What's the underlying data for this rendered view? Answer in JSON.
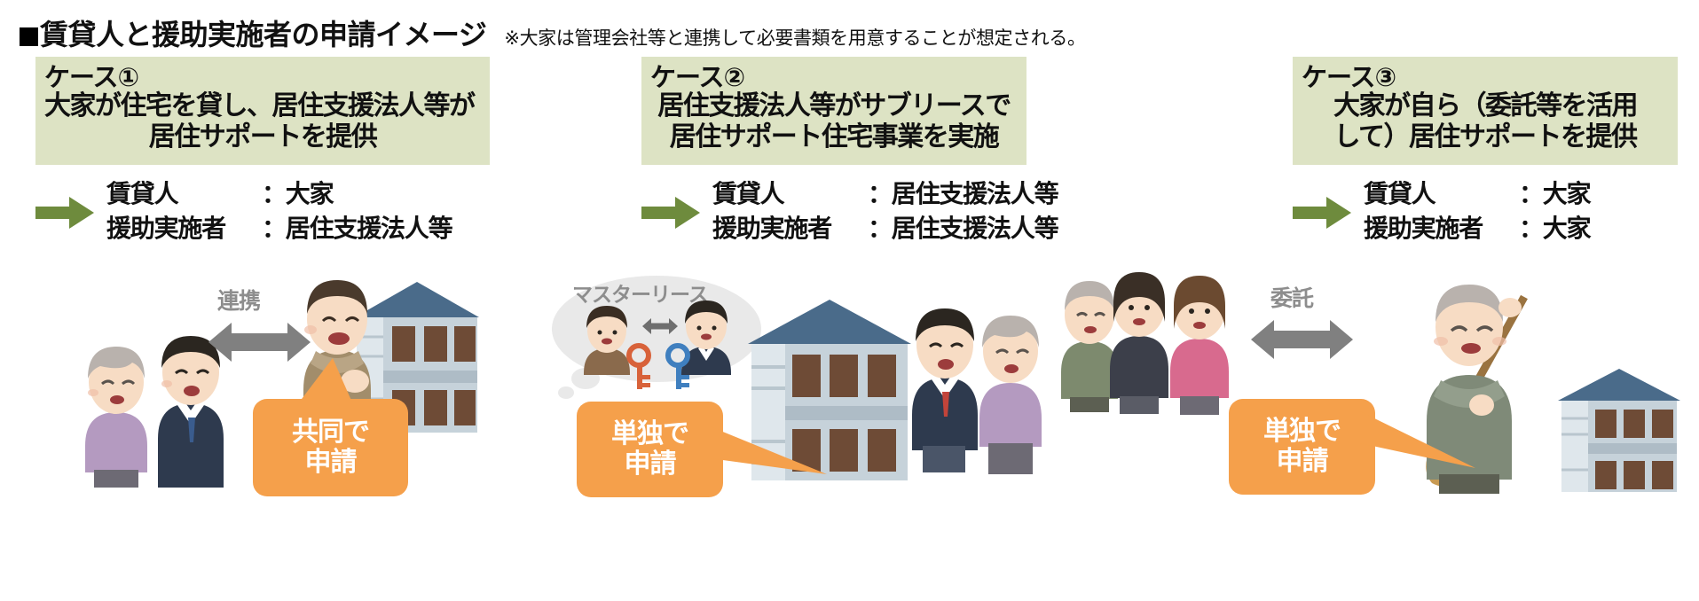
{
  "header": {
    "bullet_icon": "black-square-icon",
    "title": "賃貸人と援助実施者の申請イメージ",
    "note": "※大家は管理会社等と連携して必要書類を用意することが想定される。"
  },
  "cases": [
    {
      "label": "ケース①",
      "description_line1": "大家が住宅を貸し、居住支援法人等が",
      "description_line2": "居住サポートを提供",
      "arrow_icon": "green-right-arrow-icon",
      "roles": [
        {
          "key": "賃貸人",
          "sep_value": "：大家"
        },
        {
          "key": "援助実施者",
          "sep_value": "：居住支援法人等"
        }
      ],
      "relation_label": "連携",
      "relation_icon": "gray-double-arrow-icon",
      "callout_line1": "共同で",
      "callout_line2": "申請"
    },
    {
      "label": "ケース②",
      "description_line1": "居住支援法人等がサブリースで",
      "description_line2": "居住サポート住宅事業を実施",
      "arrow_icon": "green-right-arrow-icon",
      "roles": [
        {
          "key": "賃貸人",
          "sep_value": "：居住支援法人等"
        },
        {
          "key": "援助実施者",
          "sep_value": "：居住支援法人等"
        }
      ],
      "relation_label": "マスターリース",
      "relation_icon": "gray-double-arrow-icon",
      "callout_line1": "単独で",
      "callout_line2": "申請"
    },
    {
      "label": "ケース③",
      "description_line1": "大家が自ら（委託等を活用",
      "description_line2": "して）居住サポートを提供",
      "arrow_icon": "green-right-arrow-icon",
      "roles": [
        {
          "key": "賃貸人",
          "sep_value": "：大家"
        },
        {
          "key": "援助実施者",
          "sep_value": "：大家"
        }
      ],
      "relation_label": "委託",
      "relation_icon": "gray-double-arrow-icon",
      "callout_line1": "単独で",
      "callout_line2": "申請"
    }
  ],
  "colors": {
    "green_box": "#dde3c4",
    "green_arrow": "#6e8b3d",
    "orange_callout": "#f5a04b",
    "gray_arrow": "#808080",
    "gray_text": "#8d8d8d",
    "roof_blue": "#4a6b8a",
    "wall_gray": "#c6d2da",
    "door_brown": "#6e4b36"
  },
  "illustrations": {
    "case1": [
      "elderly-woman-figure",
      "businessman-figure",
      "support-staff-figure",
      "apartment-building-figure"
    ],
    "case2": [
      "thought-bubble-figure",
      "landlord-small-figure",
      "agent-small-figure",
      "keys-icon",
      "apartment-building-figure",
      "businessman-figure",
      "elderly-woman-figure"
    ],
    "case3": [
      "elderly-man-figure",
      "woman-figure",
      "young-woman-figure",
      "landlord-with-broom-figure",
      "apartment-building-figure"
    ]
  }
}
